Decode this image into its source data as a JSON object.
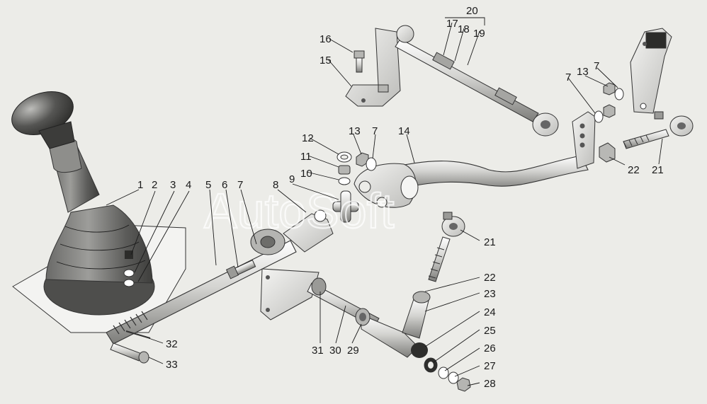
{
  "diagram": {
    "watermark": "AutoSoft",
    "callouts": [
      "1",
      "2",
      "3",
      "4",
      "5",
      "6",
      "7",
      "8",
      "9",
      "10",
      "11",
      "12",
      "13",
      "14",
      "15",
      "16",
      "17",
      "18",
      "19",
      "20",
      "21",
      "22",
      "23",
      "24",
      "25",
      "26",
      "27",
      "28",
      "29",
      "30",
      "31",
      "32",
      "33"
    ],
    "extra_callouts": {
      "c7b": "7",
      "c7c": "7",
      "c13b": "13",
      "c21b": "21",
      "c22b": "22"
    }
  },
  "colors": {
    "background": "#ecece8",
    "metal_light": "#d9d9d6",
    "metal_dark": "#8a8a88",
    "rubber": "#555553",
    "knob": "#3c3c3a"
  }
}
